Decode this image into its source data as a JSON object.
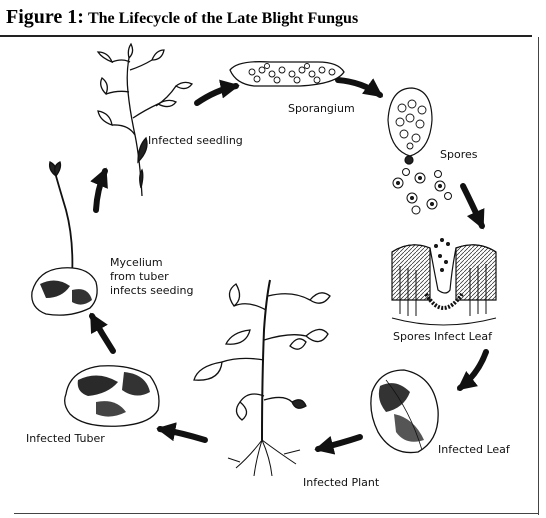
{
  "title": {
    "figure": "Figure 1:",
    "text": "The Lifecycle of the  Late Blight Fungus"
  },
  "stages": {
    "infected_seedling": "Infected seedling",
    "sporangium": "Sporangium",
    "spores": "Spores",
    "spores_infect_leaf": "Spores Infect Leaf",
    "infected_leaf": "Infected Leaf",
    "infected_plant": "Infected Plant",
    "infected_tuber": "Infected Tuber",
    "mycelium_line1": "Mycelium",
    "mycelium_line2": "from tuber",
    "mycelium_line3": "infects seeding"
  },
  "colors": {
    "ink": "#111111",
    "tuber_dark": "#2a2a2a",
    "paper": "#ffffff"
  }
}
